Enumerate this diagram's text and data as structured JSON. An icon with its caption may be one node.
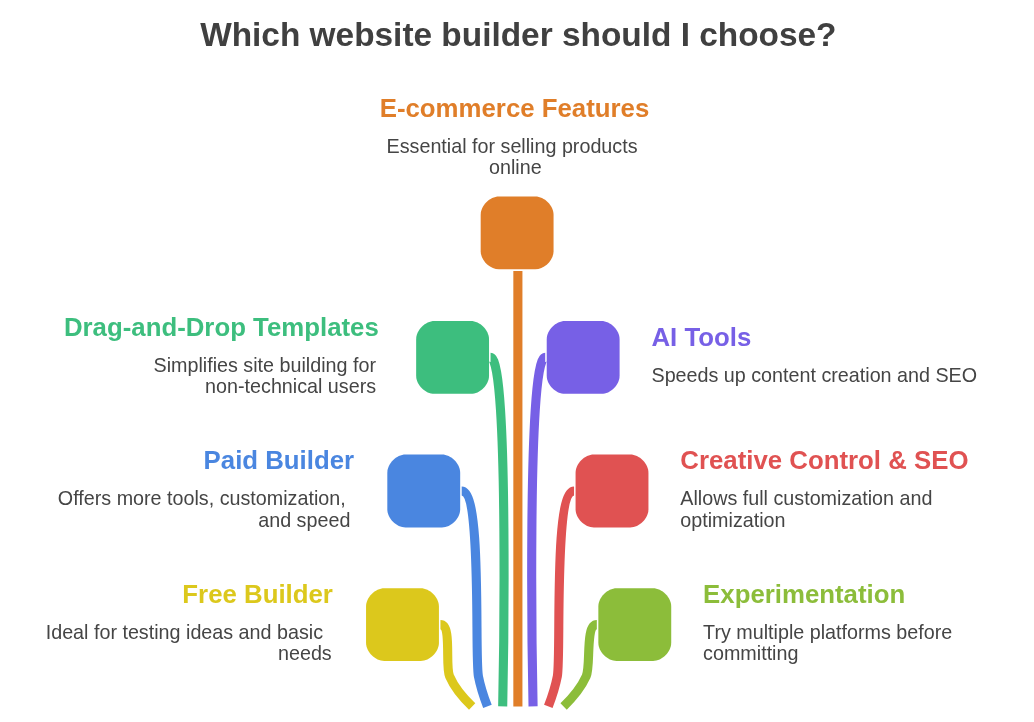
{
  "diagram": {
    "title": "Which website builder should I choose?",
    "nodes": [
      {
        "text": [
          "E-commerce Features",
          "Essential for selling products online"
        ]
      },
      {
        "text": [
          "Drag-and-Drop Templates",
          "Simplifies site building for non-technical users"
        ]
      },
      {
        "text": [
          "AI Tools",
          "Speeds up content creation and SEO"
        ]
      },
      {
        "text": [
          "Paid Builder",
          "Offers more tools, customization, and speed"
        ]
      },
      {
        "text": [
          "Creative Control & SEO",
          "Allows full customization and optimization"
        ]
      },
      {
        "text": [
          "Free Builder",
          "Ideal for testing ideas and basic needs"
        ]
      },
      {
        "text": [
          "Experimentation",
          "Try multiple platforms before committing"
        ]
      }
    ],
    "edges": [
      {
        "from": null,
        "to": 0,
        "arrow": "none",
        "color": "#e07e29"
      },
      {
        "from": null,
        "to": 1,
        "arrow": "none",
        "color": "#3dbe7e"
      },
      {
        "from": null,
        "to": 2,
        "arrow": "none",
        "color": "#7760e6"
      },
      {
        "from": null,
        "to": 3,
        "arrow": "none",
        "color": "#4a86e0"
      },
      {
        "from": null,
        "to": 4,
        "arrow": "none",
        "color": "#e05252"
      },
      {
        "from": null,
        "to": 5,
        "arrow": "none",
        "color": "#dcc81c"
      },
      {
        "from": null,
        "to": 6,
        "arrow": "none",
        "color": "#8cbd3a"
      }
    ]
  }
}
